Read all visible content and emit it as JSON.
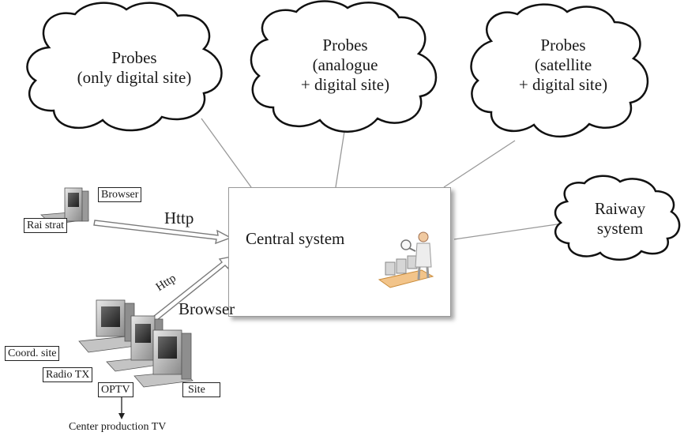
{
  "clouds": {
    "probes_digital": {
      "line1": "Probes",
      "line2": "(only digital site)"
    },
    "probes_analogue": {
      "line1": "Probes",
      "line2": "(analogue",
      "line3": "+ digital site)"
    },
    "probes_satellite": {
      "line1": "Probes",
      "line2": "(satellite",
      "line3": "+ digital site)"
    },
    "railway": {
      "line1": "Raiway",
      "line2": "system"
    }
  },
  "central": {
    "label": "Central system"
  },
  "links": {
    "http_top": "Http",
    "http_bottom": "Http",
    "browser_bottom": "Browser"
  },
  "clients": {
    "browser_top": "Browser",
    "rai_strat": "Rai strat",
    "coord_site": "Coord. site",
    "radio_tx": "Radio TX",
    "optv": "OPTV",
    "site": "Site",
    "center_production": "Center production TV"
  },
  "colors": {
    "cloud_stroke": "#111111",
    "line": "#999999",
    "box_border": "#222222"
  }
}
